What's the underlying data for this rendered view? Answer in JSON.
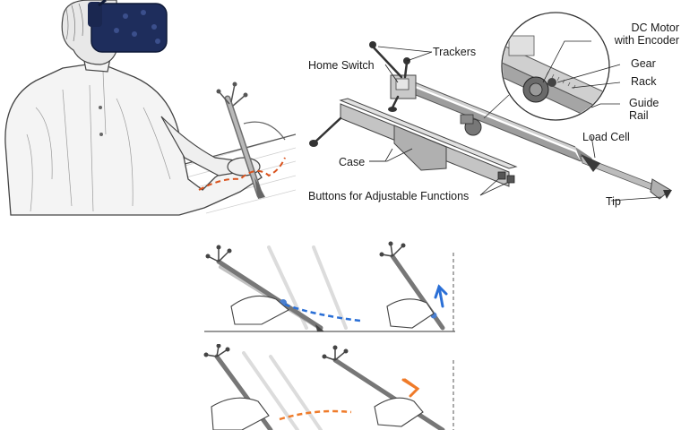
{
  "device": {
    "labels": {
      "trackers": "Trackers",
      "home_switch": "Home Switch",
      "case": "Case",
      "buttons": "Buttons for Adjustable Functions",
      "dc_motor": "DC Motor",
      "with_encoder": "with Encoder",
      "gear": "Gear",
      "rack": "Rack",
      "guide": "Guide",
      "rail": "Rail",
      "load_cell": "Load Cell",
      "tip": "Tip"
    }
  },
  "colors": {
    "headset": "#1e2d5c",
    "boundary_dash": "#d9531e",
    "arrow_up": "#2a6fd6",
    "arrow_down": "#ef7b2a",
    "metal": "#b9b9b9",
    "metal_dark": "#6e6e6e"
  }
}
